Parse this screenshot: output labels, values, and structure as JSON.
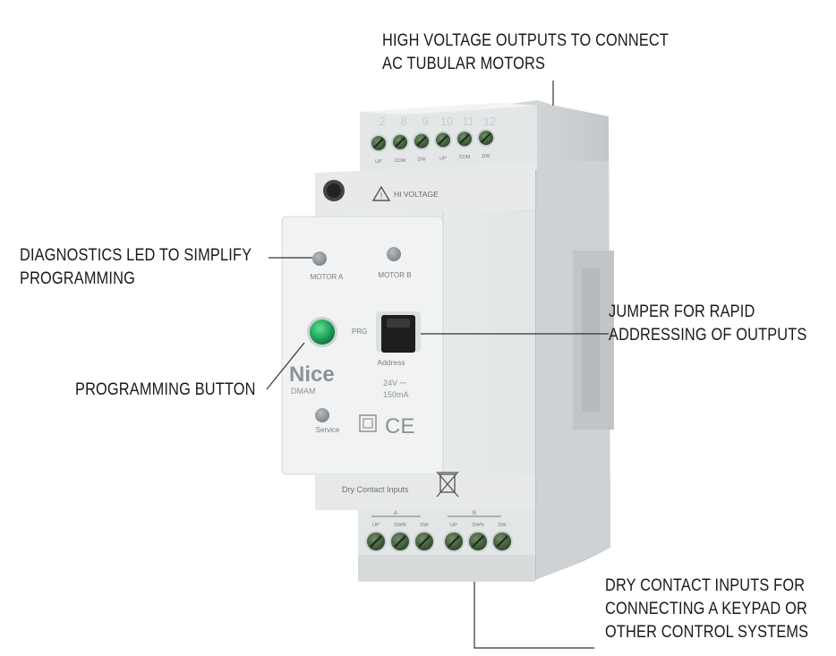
{
  "callouts": {
    "high_voltage_outputs": [
      "HIGH VOLTAGE OUTPUTS TO CONNECT",
      "AC TUBULAR MOTORS"
    ],
    "diagnostics_led": [
      "DIAGNOSTICS LED TO SIMPLIFY",
      "PROGRAMMING"
    ],
    "jumper": [
      "JUMPER FOR RAPID",
      "ADDRESSING OF OUTPUTS"
    ],
    "programming_button": [
      "PROGRAMMING BUTTON"
    ],
    "dry_contact_inputs": [
      "DRY CONTACT INPUTS FOR",
      "CONNECTING A KEYPAD OR",
      "OTHER CONTROL SYSTEMS"
    ]
  },
  "device": {
    "top_terminal_numbers": [
      "2",
      "8",
      "9",
      "10",
      "11",
      "12"
    ],
    "top_terminal_labels": [
      "UP",
      "COM",
      "DW",
      "UP",
      "COM",
      "DW"
    ],
    "warning_text": "HI VOLTAGE",
    "led_a_label": "MOTOR A",
    "led_b_label": "MOTOR B",
    "prg_label": "PRG",
    "address_label": "Address",
    "brand": "Nice",
    "model": "DMAM",
    "rating_voltage": "24V ⎓",
    "rating_current": "150mA",
    "ce_mark": "CE",
    "service_label": "Service",
    "inputs_label": "Dry Contact Inputs",
    "bottom_terminal_labels": [
      "UP",
      "DWN",
      "DW",
      "UP",
      "DWN",
      "DW"
    ],
    "bottom_group_labels": [
      "A",
      "B"
    ],
    "colors": {
      "housing": "#eef0f1",
      "terminal_green": "#3c5a38",
      "button_green": "#1fa35a"
    }
  }
}
